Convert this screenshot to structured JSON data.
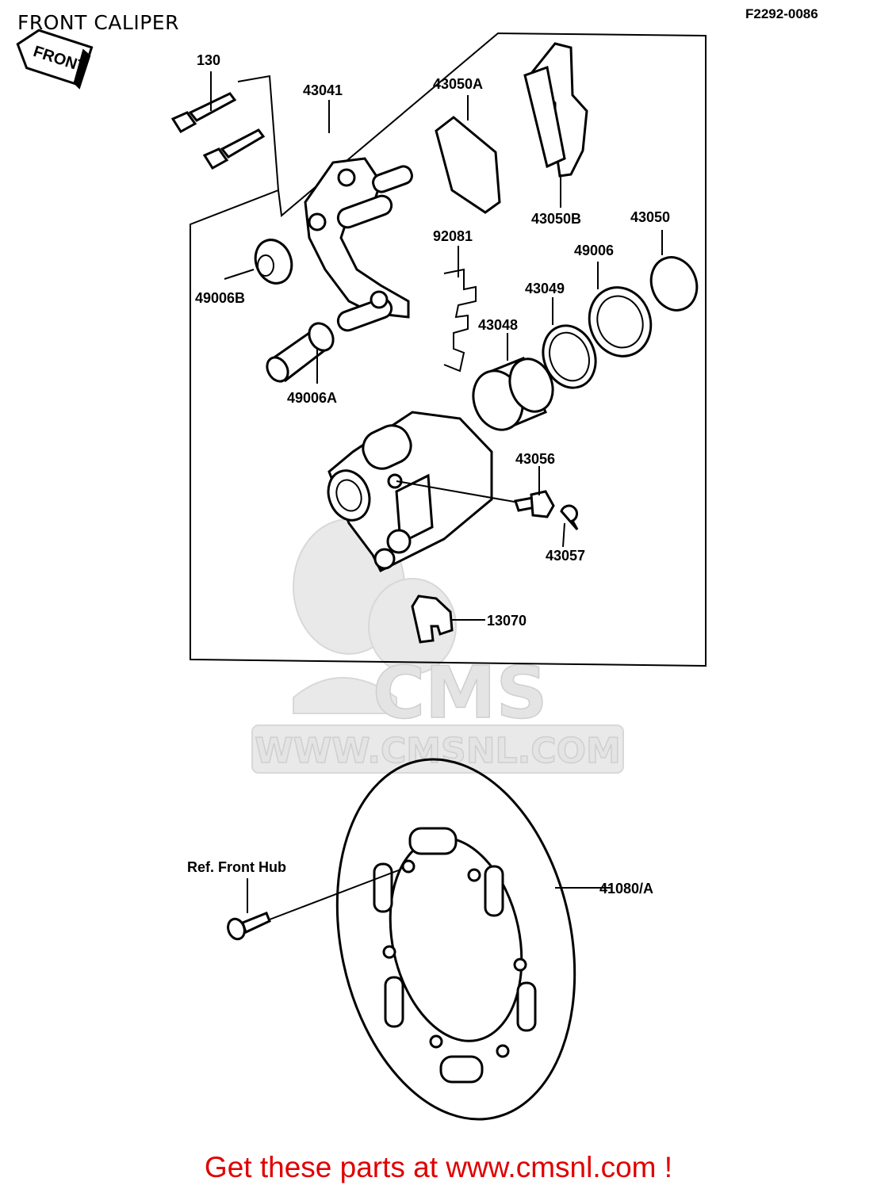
{
  "header": {
    "title": "FRONT CALIPER",
    "diagram_code": "F2292-0086",
    "front_arrow_label": "FRONT"
  },
  "parts": {
    "p130": "130",
    "p43041": "43041",
    "p43050a": "43050A",
    "p43050b": "43050B",
    "p43050": "43050",
    "p92081": "92081",
    "p49006": "49006",
    "p43049": "43049",
    "p43048": "43048",
    "p49006b": "49006B",
    "p49006a": "49006A",
    "p43056": "43056",
    "p43057": "43057",
    "p13070": "13070",
    "ref_front_hub": "Ref. Front Hub",
    "p41080a": "41080/A"
  },
  "watermark": {
    "brand": "CMS",
    "url": "WWW.CMSNL.COM"
  },
  "footer": {
    "text": "Get these parts at www.cmsnl.com !"
  },
  "colors": {
    "footer": "#e00000",
    "line": "#000000",
    "watermark": "#e4e4e4"
  }
}
